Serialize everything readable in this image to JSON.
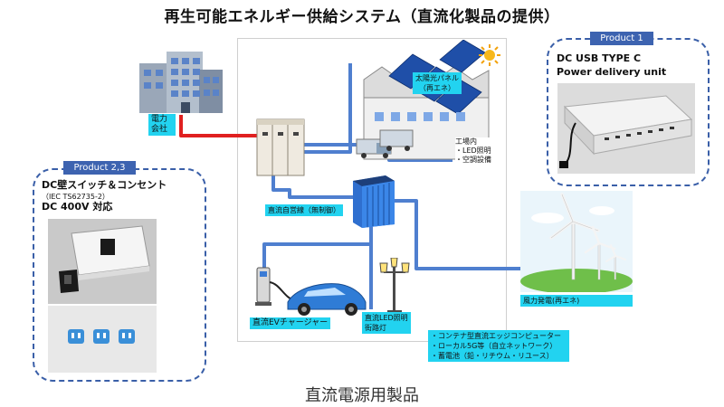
{
  "title": "再生可能エネルギー供給システム（直流化製品の提供）",
  "caption": "直流電源用製品",
  "product1": {
    "tag": "Product 1",
    "line1": "DC USB TYPE C",
    "line2": "Power delivery unit"
  },
  "product23": {
    "tag": "Product 2,3",
    "line1": "DC壁スイッチ＆コンセント",
    "line2": "（IEC TS62735-2）",
    "line3": "DC 400V 対応"
  },
  "labels": {
    "power_company": "電力会社",
    "solar_panel": "太陽光パネル\n（再エネ）",
    "factory": "工場内\n・LED照明\n・空調設備",
    "dc_private_line": "直流自営線（無制御）",
    "wind_power": "風力発電(再エネ)",
    "ev_charger": "直流EVチャージャー",
    "led_street": "直流LED照明\n街路灯",
    "container": "・コンテナ型直流エッジコンピューター\n・ローカル5G等（自立ネットワーク）\n・蓄電池（鉛・リチウム・リユース）"
  },
  "colors": {
    "accent_blue": "#3d63b0",
    "line_blue": "#4f7fcf",
    "line_red": "#e02020",
    "label_cyan": "#22d3f0"
  }
}
